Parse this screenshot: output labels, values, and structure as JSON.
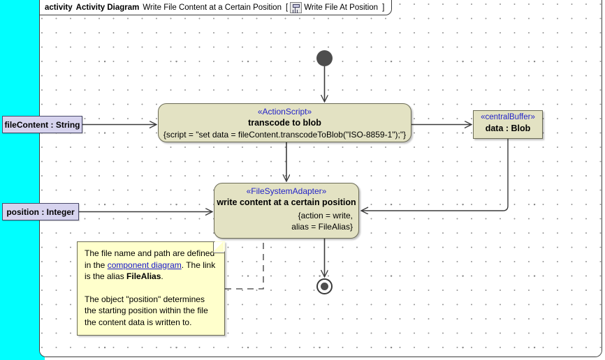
{
  "frame": {
    "keyword": "activity",
    "type_label": "Activity Diagram",
    "name": "Write File Content at a Certain Position",
    "bracket_open": "[",
    "bracket_close": "]",
    "diagram_ref": "Write File At Position",
    "icon": "activity-diagram-icon"
  },
  "nodes": {
    "initial": {
      "name": "initial-node",
      "kind": "initial"
    },
    "final": {
      "name": "final-node",
      "kind": "activity-final"
    },
    "transcode": {
      "stereotype": "«ActionScript»",
      "name": "transcode to blob",
      "spec": "{script = \"set data = fileContent.transcodeToBlob(\"ISO-8859-1\");\"}"
    },
    "write": {
      "stereotype": "«FileSystemAdapter»",
      "name": "write content at a certain position",
      "spec_line1": "{action = write,",
      "spec_line2": "alias = FileAlias}"
    },
    "central_buffer": {
      "stereotype": "«centralBuffer»",
      "name": "data : Blob"
    }
  },
  "pins": [
    {
      "id": "fileContent",
      "label": "fileContent : String"
    },
    {
      "id": "position",
      "label": "position : Integer"
    }
  ],
  "note": {
    "para1_a": "The file name and path are defined in the ",
    "para1_link": "component diagram",
    "para1_b": ". The link is the alias ",
    "para1_bold": "FileAlias",
    "para1_c": ".",
    "para2": "The object \"position\" determines the starting position within the file the content data is written to."
  },
  "colors": {
    "node_fill": "#e3e2c3",
    "node_border": "#6b6b55",
    "stereotype_text": "#2323c8",
    "pin_fill": "#d6d3ee",
    "note_fill": "#ffffcc",
    "link": "#1414c8",
    "canvas_gutter": "#00ffff",
    "flow_line": "#3a3a3a"
  }
}
